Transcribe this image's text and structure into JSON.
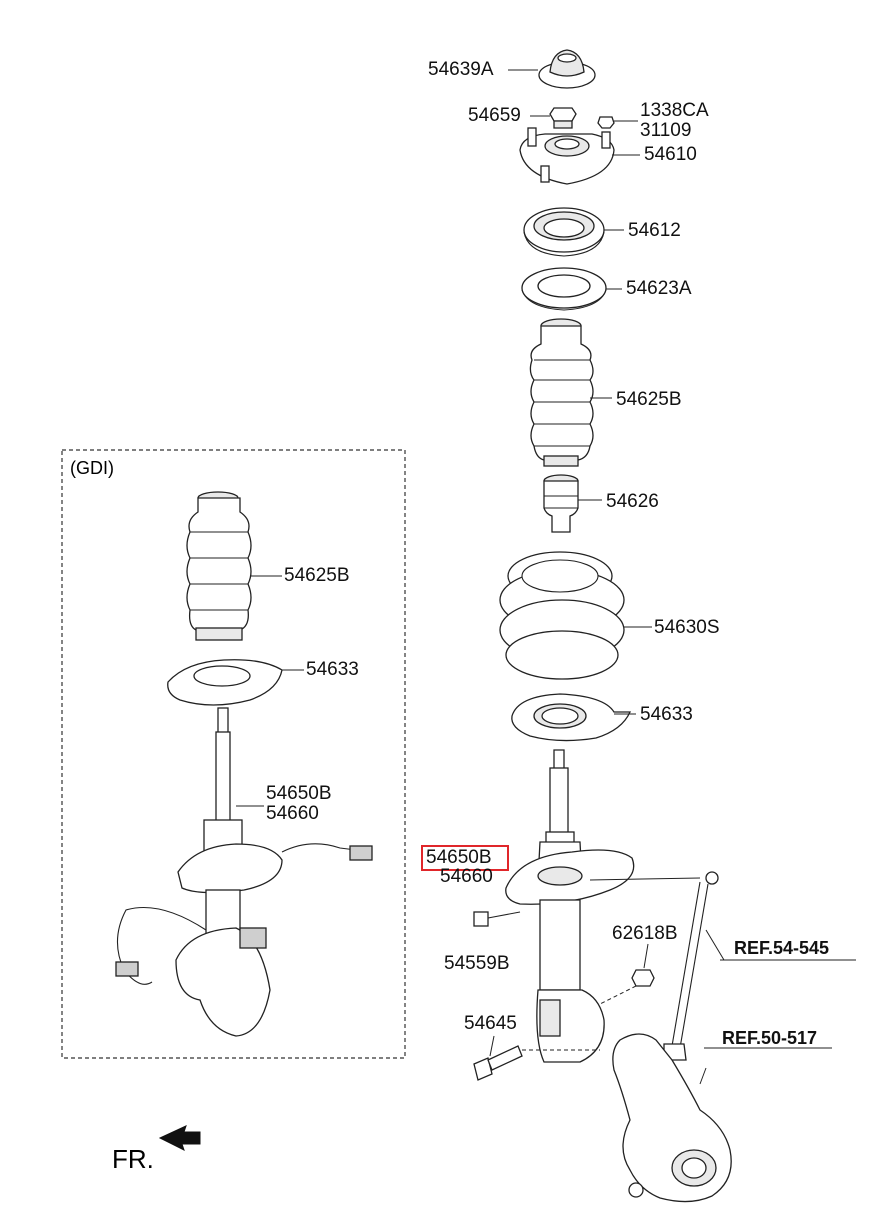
{
  "gdi_box": {
    "title": "(GDI)"
  },
  "labels": {
    "p54639A": "54639A",
    "p54659": "54659",
    "p1338CA": "1338CA",
    "p31109": "31109",
    "p54610": "54610",
    "p54612": "54612",
    "p54623A": "54623A",
    "p54625B": "54625B",
    "p54626": "54626",
    "p54630S": "54630S",
    "p54633": "54633",
    "p54650B": "54650B",
    "p54660": "54660",
    "p54559B": "54559B",
    "p62618B": "62618B",
    "p54645": "54645",
    "gdi_54625B": "54625B",
    "gdi_54633": "54633",
    "gdi_54650B": "54650B",
    "gdi_54660": "54660"
  },
  "refs": {
    "ref_54545": "REF.54-545",
    "ref_50517": "REF.50-517"
  },
  "front_indicator": "FR.",
  "highlight": {
    "part": "54650B",
    "color": "#e0262a"
  }
}
